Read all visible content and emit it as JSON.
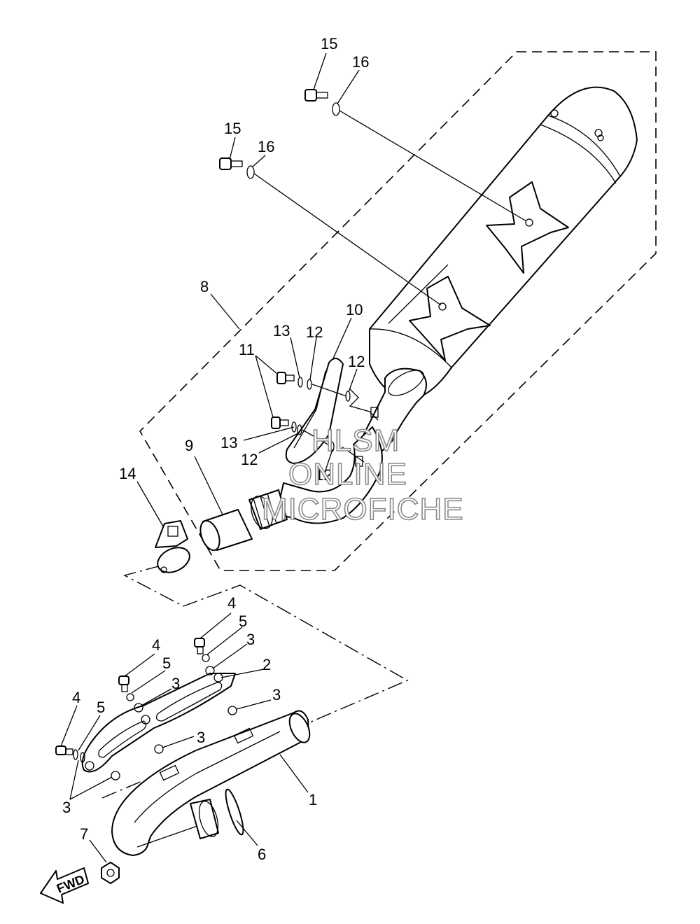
{
  "diagram": {
    "callouts": {
      "c1": "1",
      "c2": "2",
      "c3a": "3",
      "c3b": "3",
      "c3c": "3",
      "c3d": "3",
      "c3e": "3",
      "c4a": "4",
      "c4b": "4",
      "c4c": "4",
      "c5a": "5",
      "c5b": "5",
      "c5c": "5",
      "c6": "6",
      "c7": "7",
      "c8": "8",
      "c9": "9",
      "c10": "10",
      "c11": "11",
      "c12a": "12",
      "c12b": "12",
      "c12c": "12",
      "c12d": "12",
      "c13a": "13",
      "c13b": "13",
      "c14": "14",
      "c15a": "15",
      "c15b": "15",
      "c16a": "16",
      "c16b": "16"
    },
    "direction_label": "FWD",
    "watermark": {
      "line1": "HLSM",
      "line2": "ONLINE",
      "line3": "MICROFICHE"
    }
  }
}
